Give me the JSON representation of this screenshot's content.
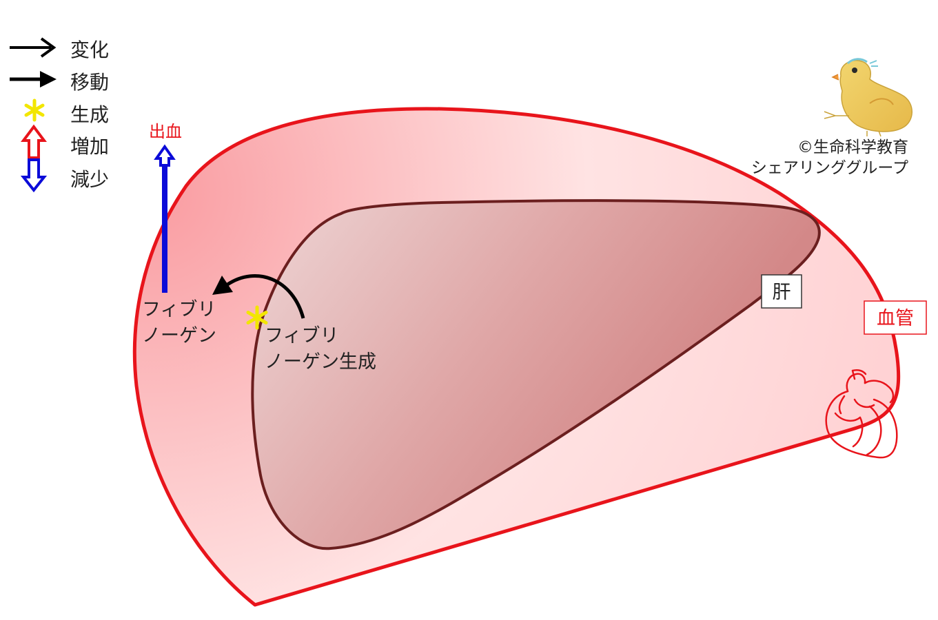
{
  "legend": {
    "items": [
      {
        "label": "変化",
        "symbol": "thin-arrow"
      },
      {
        "label": "移動",
        "symbol": "bold-arrow"
      },
      {
        "label": "生成",
        "symbol": "yellow-asterisk"
      },
      {
        "label": "増加",
        "symbol": "red-hollow-up-arrow"
      },
      {
        "label": "減少",
        "symbol": "blue-hollow-down-arrow"
      }
    ]
  },
  "credit": {
    "line1": "©生命科学教育",
    "line2": "シェアリンググループ"
  },
  "labels": {
    "bleeding": "出血",
    "fibrinogen_line1": "フィブリ",
    "fibrinogen_line2": "ノーゲン",
    "production_line1": "フィブリ",
    "production_line2": "ノーゲン生成",
    "liver": "肝",
    "blood_vessel": "血管"
  },
  "colors": {
    "vessel_stroke": "#e8141b",
    "vessel_fill": "#f9a9ad",
    "liver_stroke": "#6b1f1f",
    "liver_fill": "#d48d8d",
    "increase": "#e8141b",
    "decrease": "#0b0bd8",
    "generation": "#f2e600",
    "text": "#222222"
  }
}
